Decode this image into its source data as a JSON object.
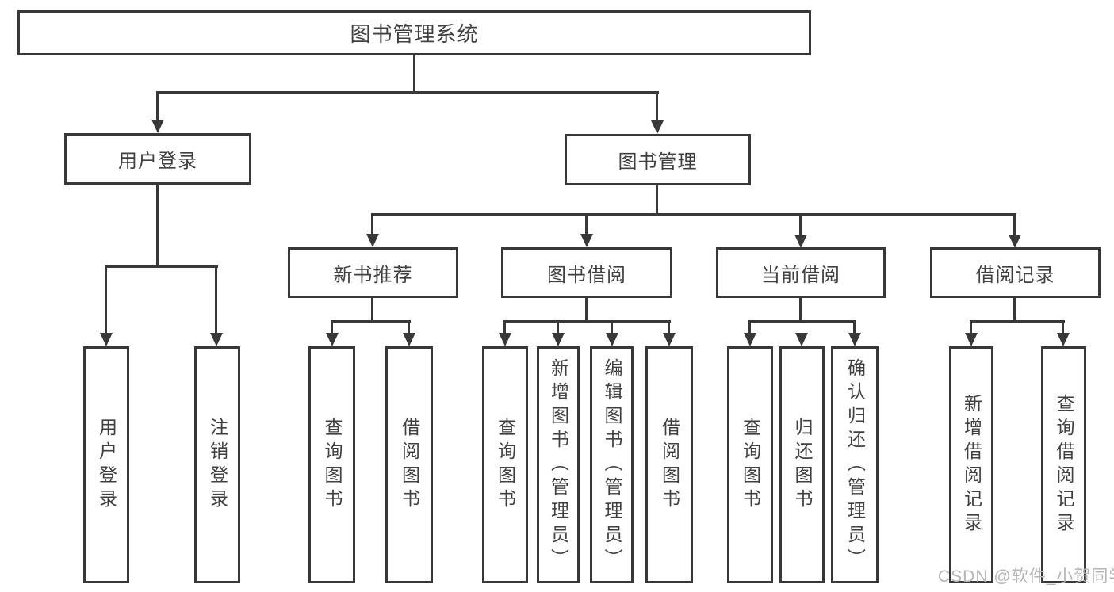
{
  "diagram": {
    "title": "图书管理系统",
    "tree": {
      "root": "图书管理系统",
      "branches": [
        {
          "label": "用户登录",
          "children": [
            "用户登录",
            "注销登录"
          ]
        },
        {
          "label": "图书管理",
          "sections": [
            {
              "label": "新书推荐",
              "children": [
                "查询图书",
                "借阅图书"
              ]
            },
            {
              "label": "图书借阅",
              "children": [
                "查询图书",
                "新增图书（管理员）",
                "编辑图书（管理员）",
                "借阅图书"
              ]
            },
            {
              "label": "当前借阅",
              "children": [
                "查询图书",
                "归还图书",
                "确认归还（管理员）"
              ]
            },
            {
              "label": "借阅记录",
              "children": [
                "新增借阅记录",
                "查询借阅记录"
              ]
            }
          ]
        }
      ]
    },
    "colors": {
      "line": "#383838",
      "box_border": "#383838",
      "text": "#404040",
      "watermark": "#b5b5b5",
      "background": "#ffffff"
    }
  },
  "watermark": "CSDN @软件_小贺同学"
}
